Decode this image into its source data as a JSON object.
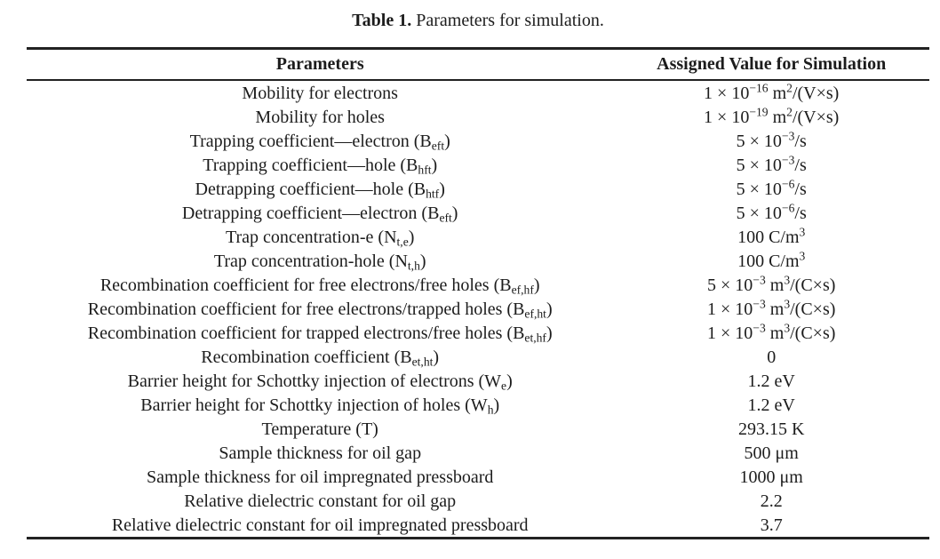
{
  "table": {
    "caption_label": "Table 1.",
    "caption_text": "Parameters for simulation.",
    "columns": [
      "Parameters",
      "Assigned Value for Simulation"
    ],
    "rows": [
      {
        "parameter": "Mobility for electrons",
        "value": "1 × 10^{−16} m^{2}/(V×s)"
      },
      {
        "parameter": "Mobility for holes",
        "value": "1 × 10^{−19} m^{2}/(V×s)"
      },
      {
        "parameter": "Trapping coefficient—electron (B_{eft})",
        "value": "5 × 10^{−3}/s"
      },
      {
        "parameter": "Trapping coefficient—hole (B_{hft})",
        "value": "5 × 10^{−3}/s"
      },
      {
        "parameter": "Detrapping coefficient—hole (B_{htf})",
        "value": "5 × 10^{−6}/s"
      },
      {
        "parameter": "Detrapping coefficient—electron (B_{eft})",
        "value": "5 × 10^{−6}/s"
      },
      {
        "parameter": "Trap concentration-e (N_{t,e})",
        "value": "100 C/m^{3}"
      },
      {
        "parameter": "Trap concentration-hole (N_{t,h})",
        "value": "100 C/m^{3}"
      },
      {
        "parameter": "Recombination coefficient for free electrons/free holes (B_{ef,hf})",
        "value": "5 × 10^{−3} m^{3}/(C×s)"
      },
      {
        "parameter": "Recombination coefficient for free electrons/trapped holes (B_{ef,ht})",
        "value": "1 × 10^{−3} m^{3}/(C×s)"
      },
      {
        "parameter": "Recombination coefficient for trapped electrons/free holes (B_{et,hf})",
        "value": "1 × 10^{−3} m^{3}/(C×s)"
      },
      {
        "parameter": "Recombination coefficient (B_{et,ht})",
        "value": "0"
      },
      {
        "parameter": "Barrier height for Schottky injection of electrons (W_{e})",
        "value": "1.2 eV"
      },
      {
        "parameter": "Barrier height for Schottky injection of holes (W_{h})",
        "value": "1.2 eV"
      },
      {
        "parameter": "Temperature (T)",
        "value": "293.15 K"
      },
      {
        "parameter": "Sample thickness for oil gap",
        "value": "500 μm"
      },
      {
        "parameter": "Sample thickness for oil impregnated pressboard",
        "value": "1000 μm"
      },
      {
        "parameter": "Relative dielectric constant for oil gap",
        "value": "2.2"
      },
      {
        "parameter": "Relative dielectric constant for oil impregnated pressboard",
        "value": "3.7"
      }
    ]
  }
}
